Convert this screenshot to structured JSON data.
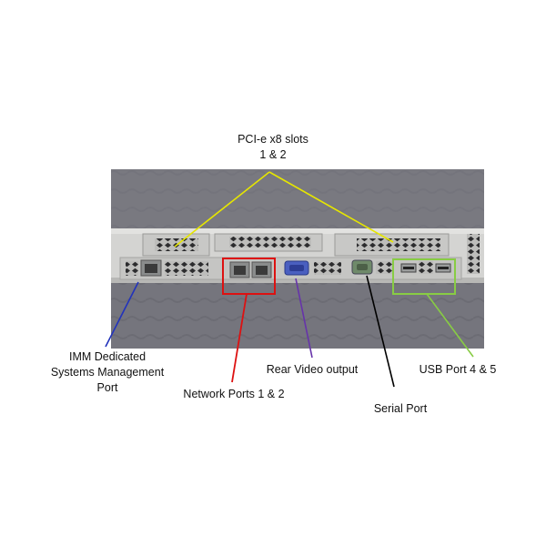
{
  "title": {
    "line1": "PCI-e x8 slots",
    "line2": "1 & 2"
  },
  "callouts": {
    "imm": {
      "lines": [
        "IMM Dedicated",
        "Systems Management",
        "Port"
      ],
      "color": "#2233bb"
    },
    "network": {
      "text": "Network Ports 1 & 2",
      "color": "#dd1111"
    },
    "video": {
      "text": "Rear Video output",
      "color": "#6633aa"
    },
    "serial": {
      "text": "Serial Port",
      "color": "#000000"
    },
    "usb": {
      "text": "USB Port 4 & 5",
      "color": "#88cc44"
    },
    "pci": {
      "color": "#e6e600"
    }
  },
  "colors": {
    "background": "#ffffff",
    "photo_backdrop": "#75757d",
    "chassis": "#d4d4d2",
    "panel": "#c5c5c3",
    "port_metal": "#8a8c8c",
    "vga_blue": "#4a5fc0",
    "serial_green": "#6f8a6a"
  }
}
